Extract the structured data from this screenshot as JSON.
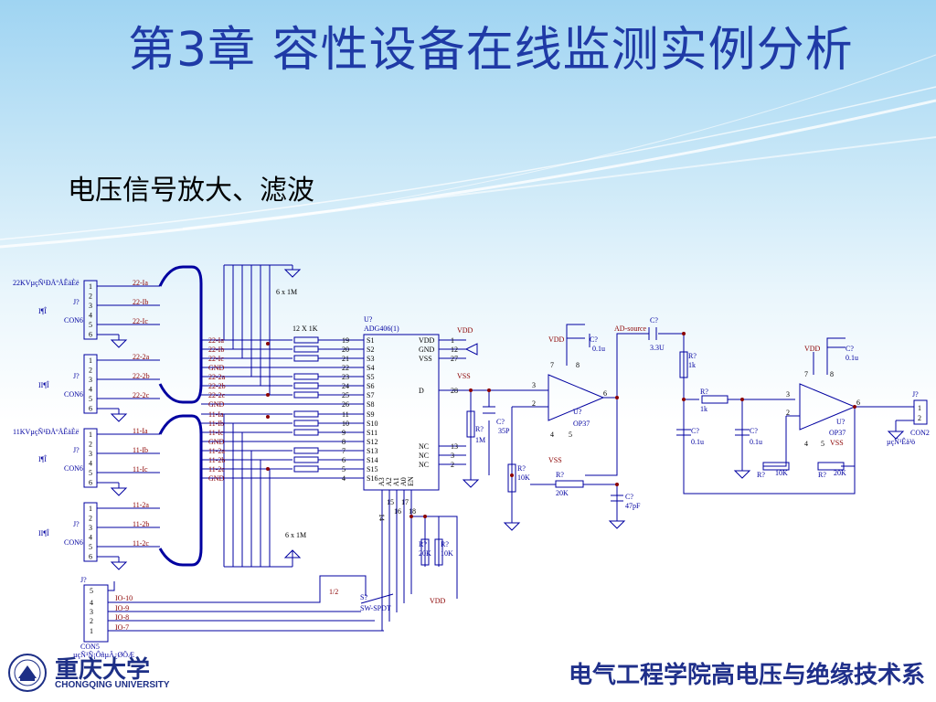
{
  "slide": {
    "title": "第3章 容性设备在线监测实例分析",
    "subtitle": "电压信号放大、滤波",
    "footer": "电气工程学院高电压与绝缘技术系"
  },
  "logo": {
    "name_cn": "重庆大学",
    "name_en": "CHONGQING   UNIVERSITY"
  },
  "schematic": {
    "con_left": [
      {
        "header": "22KVµçÑ¹ÐÅºÅÊäÈë",
        "ref": "J?",
        "phase": "I¶Î",
        "part": "CON6",
        "nets": [
          "22-Ia",
          "22-Ib",
          "22-Ic"
        ]
      },
      {
        "header": "",
        "ref": "J?",
        "phase": "II¶Î",
        "part": "CON6",
        "nets": [
          "22-2a",
          "22-2b",
          "22-2c"
        ]
      },
      {
        "header": "11KVµçÑ¹ÐÅºÅÊäÈë",
        "ref": "J?",
        "phase": "I¶Î",
        "part": "CON6",
        "nets": [
          "11-Ia",
          "11-Ib",
          "11-Ic"
        ]
      },
      {
        "header": "",
        "ref": "J?",
        "phase": "II¶Î",
        "part": "CON6",
        "nets": [
          "11-2a",
          "11-2b",
          "11-2c"
        ]
      }
    ],
    "pins": [
      "1",
      "2",
      "3",
      "4",
      "5",
      "6"
    ],
    "resistor_array_top": "6 x 1M",
    "resistor_array_bottom": "6 x 1M",
    "series_res": "12 X 1K",
    "mux_nets": [
      "22-Ia",
      "22-Ib",
      "22-Ic",
      "GND",
      "22-2a",
      "22-2b",
      "22-2c",
      "GND",
      "11-Ia",
      "11-Ib",
      "11-Ic",
      "GND",
      "11-2a",
      "11-2b",
      "11-2c",
      "GND"
    ],
    "mux_pins": [
      "19",
      "20",
      "21",
      "22",
      "23",
      "24",
      "25",
      "26",
      "11",
      "10",
      "9",
      "8",
      "7",
      "6",
      "5",
      "4"
    ],
    "mux": {
      "ref": "U?",
      "part": "ADG406(1)",
      "inputs": [
        "S1",
        "S2",
        "S3",
        "S4",
        "S5",
        "S6",
        "S7",
        "S8",
        "S9",
        "S10",
        "S11",
        "S12",
        "S13",
        "S14",
        "S15",
        "S16"
      ],
      "right_pins": [
        "VDD",
        "GND",
        "VSS",
        "D",
        "NC",
        "NC",
        "NC"
      ],
      "right_nums": [
        "1",
        "12",
        "27",
        "28",
        "13",
        "3",
        "2"
      ],
      "addr": [
        "A3",
        "A2",
        "A1",
        "A0",
        "EN"
      ],
      "addr_nums": [
        "14",
        "15",
        "16",
        "17",
        "18"
      ]
    },
    "vdd": "VDD",
    "vss": "VSS",
    "opamp1": {
      "ref": "U?",
      "part": "OP37"
    },
    "opamp2": {
      "ref": "U?",
      "part": "OP37"
    },
    "components": {
      "c_dec1": "C?",
      "c_dec1_val": "0.1u",
      "r_1m": "R?",
      "r_1m_val": "1M",
      "c_35p": "C?",
      "c_35p_val": "35P",
      "r_10k": "R?",
      "r_10k_val": "10K",
      "r_20k": "R?",
      "r_20k_val": "20K",
      "c_47p": "C?",
      "c_47p_val": "47pF",
      "ad_source": "AD-source",
      "c_3u": "C?",
      "c_3u_val": "3.3U",
      "r_1k_a": "R?",
      "r_1k_a_val": "1k",
      "r_1k_b": "R?",
      "r_1k_b_val": "1k",
      "c_01_a": "C?",
      "c_01_a_val": "0.1u",
      "c_01_b": "C?",
      "c_01_b_val": "0.1u",
      "r_10k_b": "R?",
      "r_10k_b_val": "10K",
      "r_20k_b": "R?",
      "r_20k_b_val": "20K",
      "c_dec2": "C?",
      "c_dec2_val": "0.1u",
      "r_20k_c": "R?",
      "r_20k_c_val": "20K",
      "r_10k_c": "R?",
      "r_10k_c_val": "10K"
    },
    "con_out": {
      "ref": "J?",
      "part": "CON2",
      "label": "µçÑ¹Êä³ö",
      "pins": [
        "1",
        "2"
      ]
    },
    "con_ctrl": {
      "ref": "J?",
      "part": "CON5",
      "label": "µçÑ¹Ñ¡ÔñµÄ¿ØÖÆ",
      "pins": [
        "5",
        "4",
        "3",
        "2",
        "1"
      ],
      "nets": [
        "IO-10",
        "IO-9",
        "IO-8",
        "IO-7"
      ]
    },
    "switch": {
      "ref": "S?",
      "part": "SW-SPDT",
      "pin": "1/2"
    },
    "op_pins": {
      "p7": "7",
      "p8": "8",
      "p3": "3",
      "p2": "2",
      "p4": "4",
      "p5": "5",
      "p6": "6"
    }
  }
}
